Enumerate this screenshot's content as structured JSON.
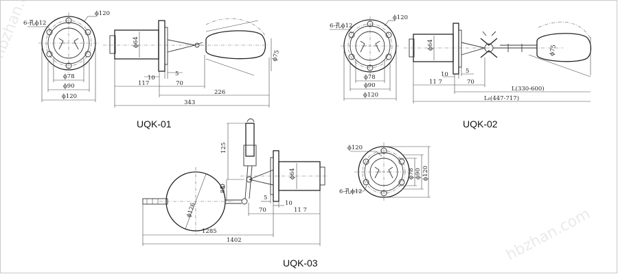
{
  "models": {
    "uqk01": {
      "caption": "UQK-01",
      "labels": {
        "hole_spec": "6-孔ϕ12",
        "flange_top": "ϕ120",
        "flange_d78": "ϕ78",
        "flange_d90": "ϕ90",
        "flange_d120": "ϕ120",
        "body_d64": "ϕ64",
        "float_d75": "ϕ75",
        "dim_10": "10",
        "dim_5": "5",
        "dim_117": "117",
        "dim_70": "70",
        "dim_226": "226",
        "dim_343": "343"
      }
    },
    "uqk02": {
      "caption": "UQK-02",
      "labels": {
        "hole_spec": "6-孔ϕ12",
        "flange_top": "ϕ120",
        "flange_d78": "ϕ78",
        "flange_d90": "ϕ90",
        "flange_d120": "ϕ120",
        "body_d64": "ϕ64",
        "float_d75": "ϕ75",
        "dim_10": "10",
        "dim_5": "5",
        "dim_117": "11 7",
        "dim_70": "70",
        "dim_L": "L(330-600)",
        "dim_L0": "L₀(447-717)"
      }
    },
    "uqk03": {
      "caption": "UQK-03",
      "labels": {
        "dim_125": "125",
        "dim_83": "83",
        "body_d64": "ϕ64",
        "float_d126": "ϕ126",
        "dim_5": "5",
        "dim_10": "10",
        "dim_70": "70",
        "dim_117": "11 7",
        "dim_1285": "1285",
        "dim_1402": "1402",
        "flange_top": "ϕ120",
        "flange_d78": "ϕ78",
        "flange_d90": "ϕ90",
        "flange_d120": "ϕ120",
        "hole_spec": "6-孔ϕ12"
      }
    }
  },
  "watermark": {
    "left": "hbzhan.com",
    "right": "hbzhan.com"
  }
}
